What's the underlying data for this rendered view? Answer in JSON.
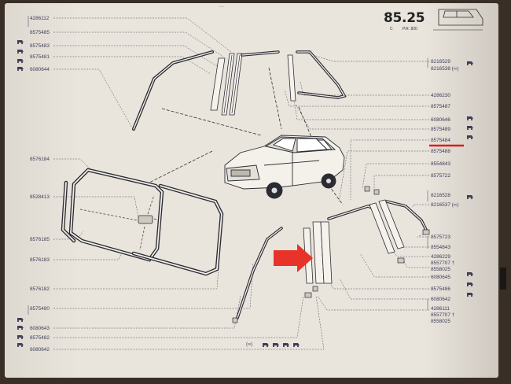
{
  "header": {
    "plate_number": "85.25",
    "sub_left": "C",
    "sub_right": "P.R. 820",
    "top_dots": "....",
    "legend": "(∞)"
  },
  "labels_left": [
    "4286112",
    "8575485",
    "8575483",
    "8575481",
    "6080644",
    "8576184",
    "8528413",
    "8576185",
    "8576183",
    "8576182",
    "8575480",
    "6080643",
    "8575482",
    "6080642"
  ],
  "labels_right": [
    "8216529",
    "8216538 (∞)",
    "4286230",
    "8575487",
    "6080646",
    "8575489",
    "8575484",
    "8575488",
    "8554843",
    "8575722",
    "8216528",
    "8216537 (∞)",
    "8575723",
    "8554843",
    "4286229",
    "8557707 †",
    "8558025",
    "6080645",
    "8575486",
    "6080642",
    "4286111",
    "8557707 †",
    "8558025"
  ],
  "colors": {
    "paper": "#e9e4dc",
    "ink": "#3c3c58",
    "highlight": "#e41a1c",
    "arrow": "#e8332a"
  },
  "icons": {
    "callout_arrow": "red-arrow-icon",
    "underline": "red-underline",
    "car": "car-illustration",
    "car_thumb": "car-thumbnail-icon"
  }
}
